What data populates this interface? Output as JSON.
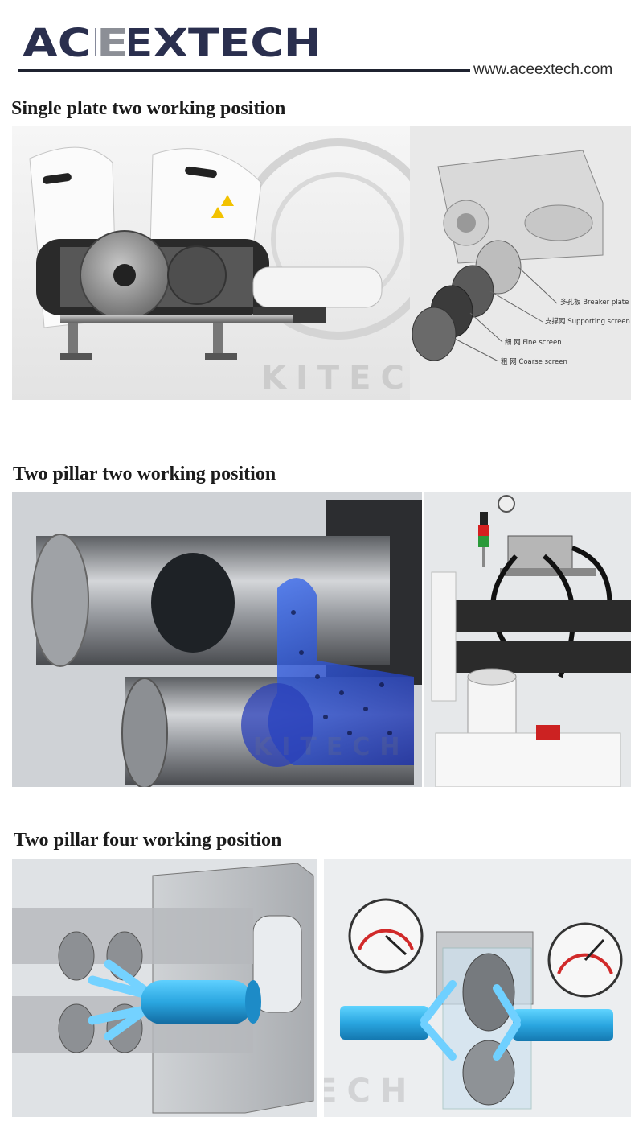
{
  "brand": {
    "name": "ACEEXTECH",
    "website": "www.aceextech.com"
  },
  "sections": [
    {
      "title": "Single plate two working position",
      "watermark": "KITECH",
      "labels": [
        {
          "cn": "多孔板",
          "en": "Breaker plate"
        },
        {
          "cn": "支撑网",
          "en": "Supporting screen"
        },
        {
          "cn": "细 网",
          "en": "Fine screen"
        },
        {
          "cn": "粗 网",
          "en": "Coarse screen"
        }
      ]
    },
    {
      "title": "Two pillar two working position",
      "watermark": "KITECH"
    },
    {
      "title": "Two pillar four working position",
      "watermark": "KITECH"
    }
  ],
  "colors": {
    "accent_blue": "#2aa6e0",
    "brand_navy": "#2a2f4e",
    "brand_gray": "#8c8f96"
  }
}
